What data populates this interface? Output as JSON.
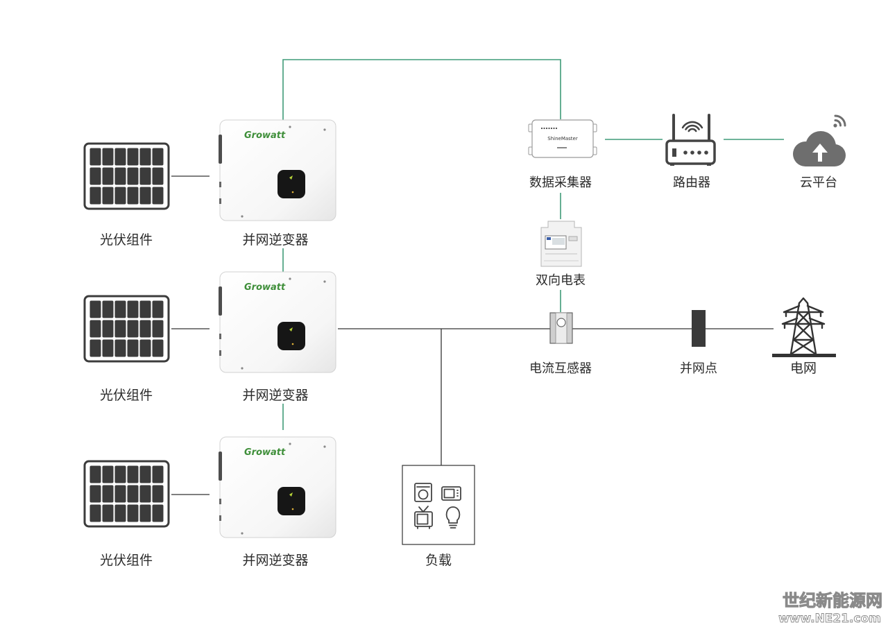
{
  "pv_modules": [
    {
      "label": "光伏组件"
    },
    {
      "label": "光伏组件"
    },
    {
      "label": "光伏组件"
    }
  ],
  "inverters": [
    {
      "label": "并网逆变器",
      "brand": "Growatt"
    },
    {
      "label": "并网逆变器",
      "brand": "Growatt"
    },
    {
      "label": "并网逆变器",
      "brand": "Growatt"
    }
  ],
  "data_logger": {
    "label": "数据采集器",
    "model": "ShineMaster"
  },
  "router": {
    "label": "路由器"
  },
  "cloud": {
    "label": "云平台"
  },
  "meter": {
    "label": "双向电表"
  },
  "current_transformer": {
    "label": "电流互感器"
  },
  "grid_point": {
    "label": "并网点"
  },
  "grid": {
    "label": "电网"
  },
  "load": {
    "label": "负载",
    "icons": [
      "washing-machine-icon",
      "microwave-icon",
      "tv-icon",
      "light-bulb-icon"
    ]
  },
  "watermark": {
    "line1": "世纪新能源网",
    "line2": "www.NE21.com"
  },
  "colors": {
    "comm_line": "#3f9b78",
    "power_line": "#333333",
    "brand_green": "#3f8f3a",
    "icon_gray": "#6e6e6e",
    "panel_cell": "#3b3b3b"
  }
}
